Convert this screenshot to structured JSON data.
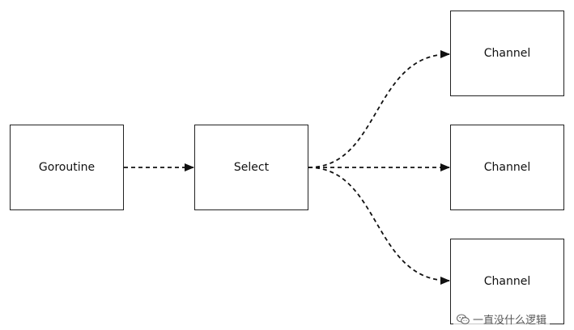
{
  "nodes": {
    "goroutine": "Goroutine",
    "select": "Select",
    "channels": [
      "Channel",
      "Channel",
      "Channel"
    ]
  },
  "watermark": {
    "text": "一直没什么逻辑",
    "icon": "wechat-icon"
  },
  "colors": {
    "stroke": "#222222",
    "background": "#ffffff"
  }
}
